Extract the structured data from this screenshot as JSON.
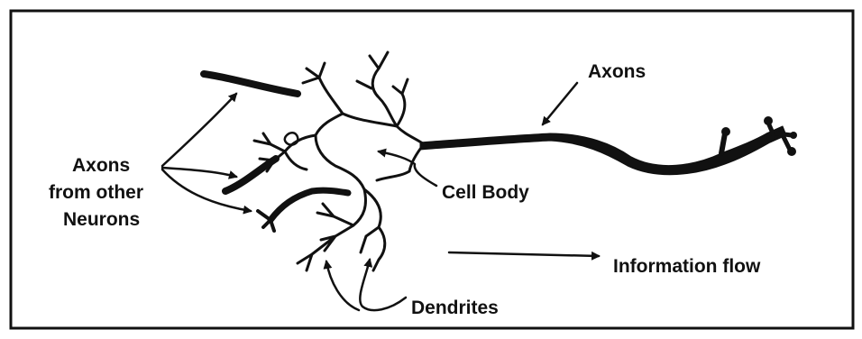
{
  "labels": {
    "axons": "Axons",
    "axons_other_line1": "Axons",
    "axons_other_line2": "from other",
    "axons_other_line3": "Neurons",
    "cell_body": "Cell Body",
    "information_flow": "Information flow",
    "dendrites": "Dendrites"
  },
  "colors": {
    "ink": "#111111",
    "background": "#ffffff"
  }
}
